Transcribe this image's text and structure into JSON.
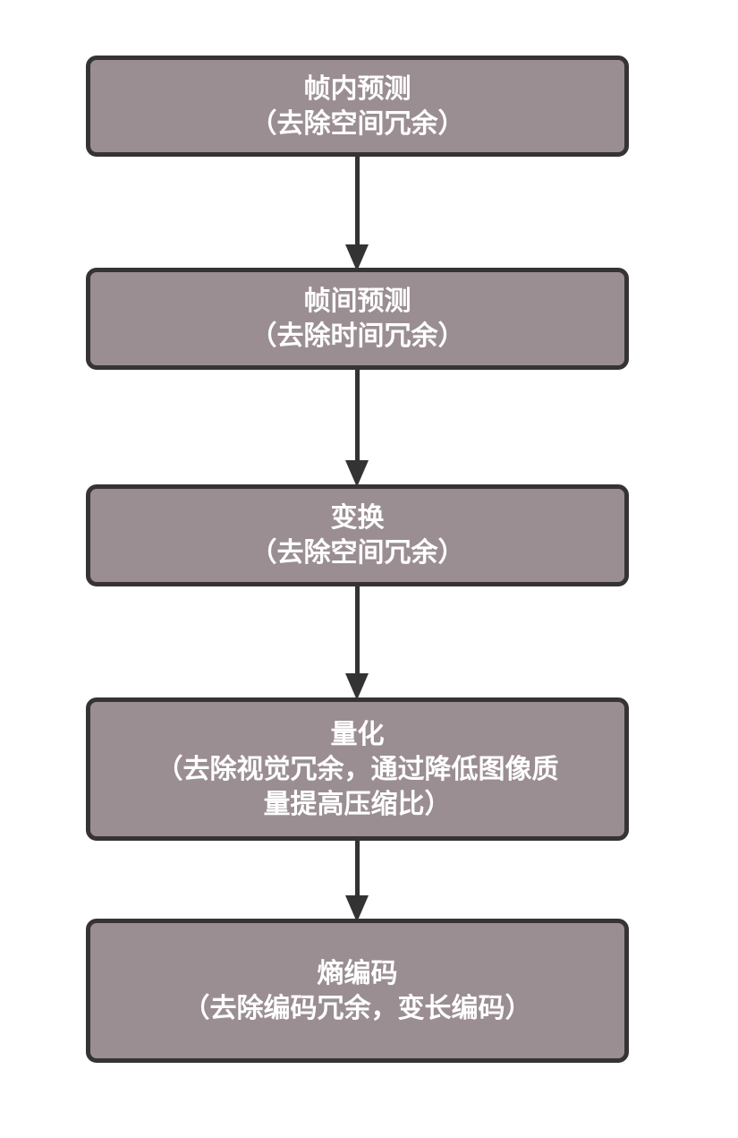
{
  "diagram": {
    "type": "flowchart",
    "direction": "top-down",
    "colors": {
      "bg": "#ffffff",
      "box-fill": "#9a8e93",
      "box-border": "#363337",
      "text": "#ffffff",
      "arrow": "#333333"
    },
    "nodes": [
      {
        "id": "intra-prediction",
        "title": "帧内预测",
        "subtitle": "（去除空间冗余）"
      },
      {
        "id": "inter-prediction",
        "title": "帧间预测",
        "subtitle": "（去除时间冗余）"
      },
      {
        "id": "transform",
        "title": "变换",
        "subtitle": "（去除空间冗余）"
      },
      {
        "id": "quantization",
        "title": "量化",
        "subtitle": "（去除视觉冗余，通过降低图像质\n量提高压缩比）"
      },
      {
        "id": "entropy-coding",
        "title": "熵编码",
        "subtitle": "（去除编码冗余，变长编码）"
      }
    ],
    "edges": [
      {
        "from": "intra-prediction",
        "to": "inter-prediction"
      },
      {
        "from": "inter-prediction",
        "to": "transform"
      },
      {
        "from": "transform",
        "to": "quantization"
      },
      {
        "from": "quantization",
        "to": "entropy-coding"
      }
    ]
  }
}
